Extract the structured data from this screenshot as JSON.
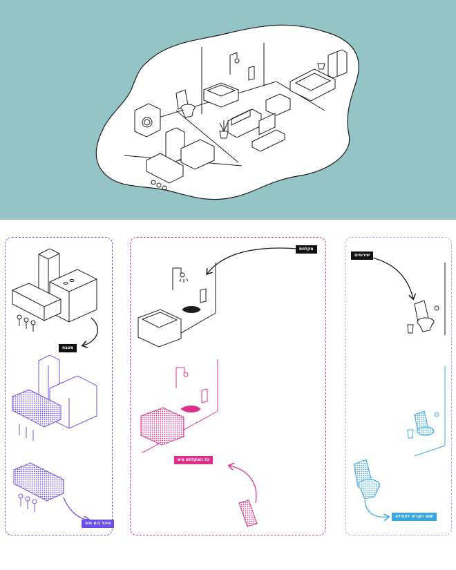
{
  "labels": {
    "kitchen": "מטבח",
    "shower": "מקלחת",
    "toilets": "שירותים",
    "shower_full": "כל המקלחת צים",
    "kitchen_alive": "איכל בוא חיה",
    "toilet_action": "שום הקרוע לפעולה"
  },
  "colors": {
    "background_top": "#95c4c6",
    "island_fill": "#ffffff",
    "ink": "#1a1a1a",
    "kitchen_purple": "#6a52e8",
    "shower_pink": "#e0318a",
    "toilet_blue": "#3aa6dd",
    "tag_black": "#111111"
  },
  "icons": {
    "hero": "isometric-apartment-illustration",
    "rooms": [
      "kitchen-icon",
      "shower-icon",
      "toilet-icon",
      "towel-icon",
      "bathtub-icon"
    ]
  }
}
